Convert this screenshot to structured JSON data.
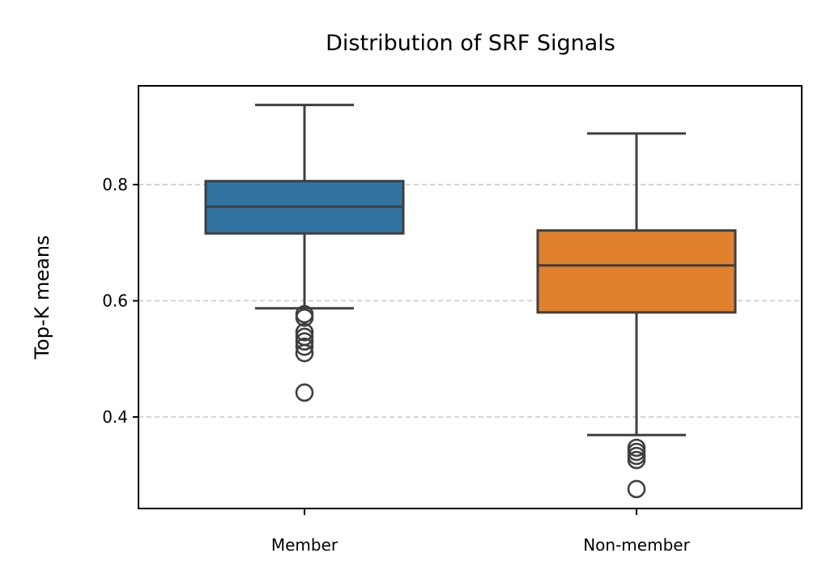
{
  "chart_data": {
    "type": "box",
    "title": "Distribution of SRF Signals",
    "xlabel": "",
    "ylabel": "Top-K means",
    "ylim": [
      0.2425,
      0.97
    ],
    "yticks": [
      0.4,
      0.6,
      0.8
    ],
    "ytick_labels": [
      "0.4",
      "0.6",
      "0.8"
    ],
    "grid": "y-dashed",
    "categories": [
      "Member",
      "Non-member"
    ],
    "boxes": [
      {
        "name": "Member",
        "color": "#3274a1",
        "whisker_low": 0.587,
        "q1": 0.716,
        "median": 0.762,
        "q3": 0.806,
        "whisker_high": 0.937,
        "outliers": [
          0.577,
          0.571,
          0.546,
          0.538,
          0.53,
          0.521,
          0.51,
          0.442
        ]
      },
      {
        "name": "Non-member",
        "color": "#e1812c",
        "whisker_low": 0.369,
        "q1": 0.58,
        "median": 0.661,
        "q3": 0.721,
        "whisker_high": 0.888,
        "outliers": [
          0.347,
          0.34,
          0.333,
          0.326,
          0.276
        ]
      }
    ]
  }
}
